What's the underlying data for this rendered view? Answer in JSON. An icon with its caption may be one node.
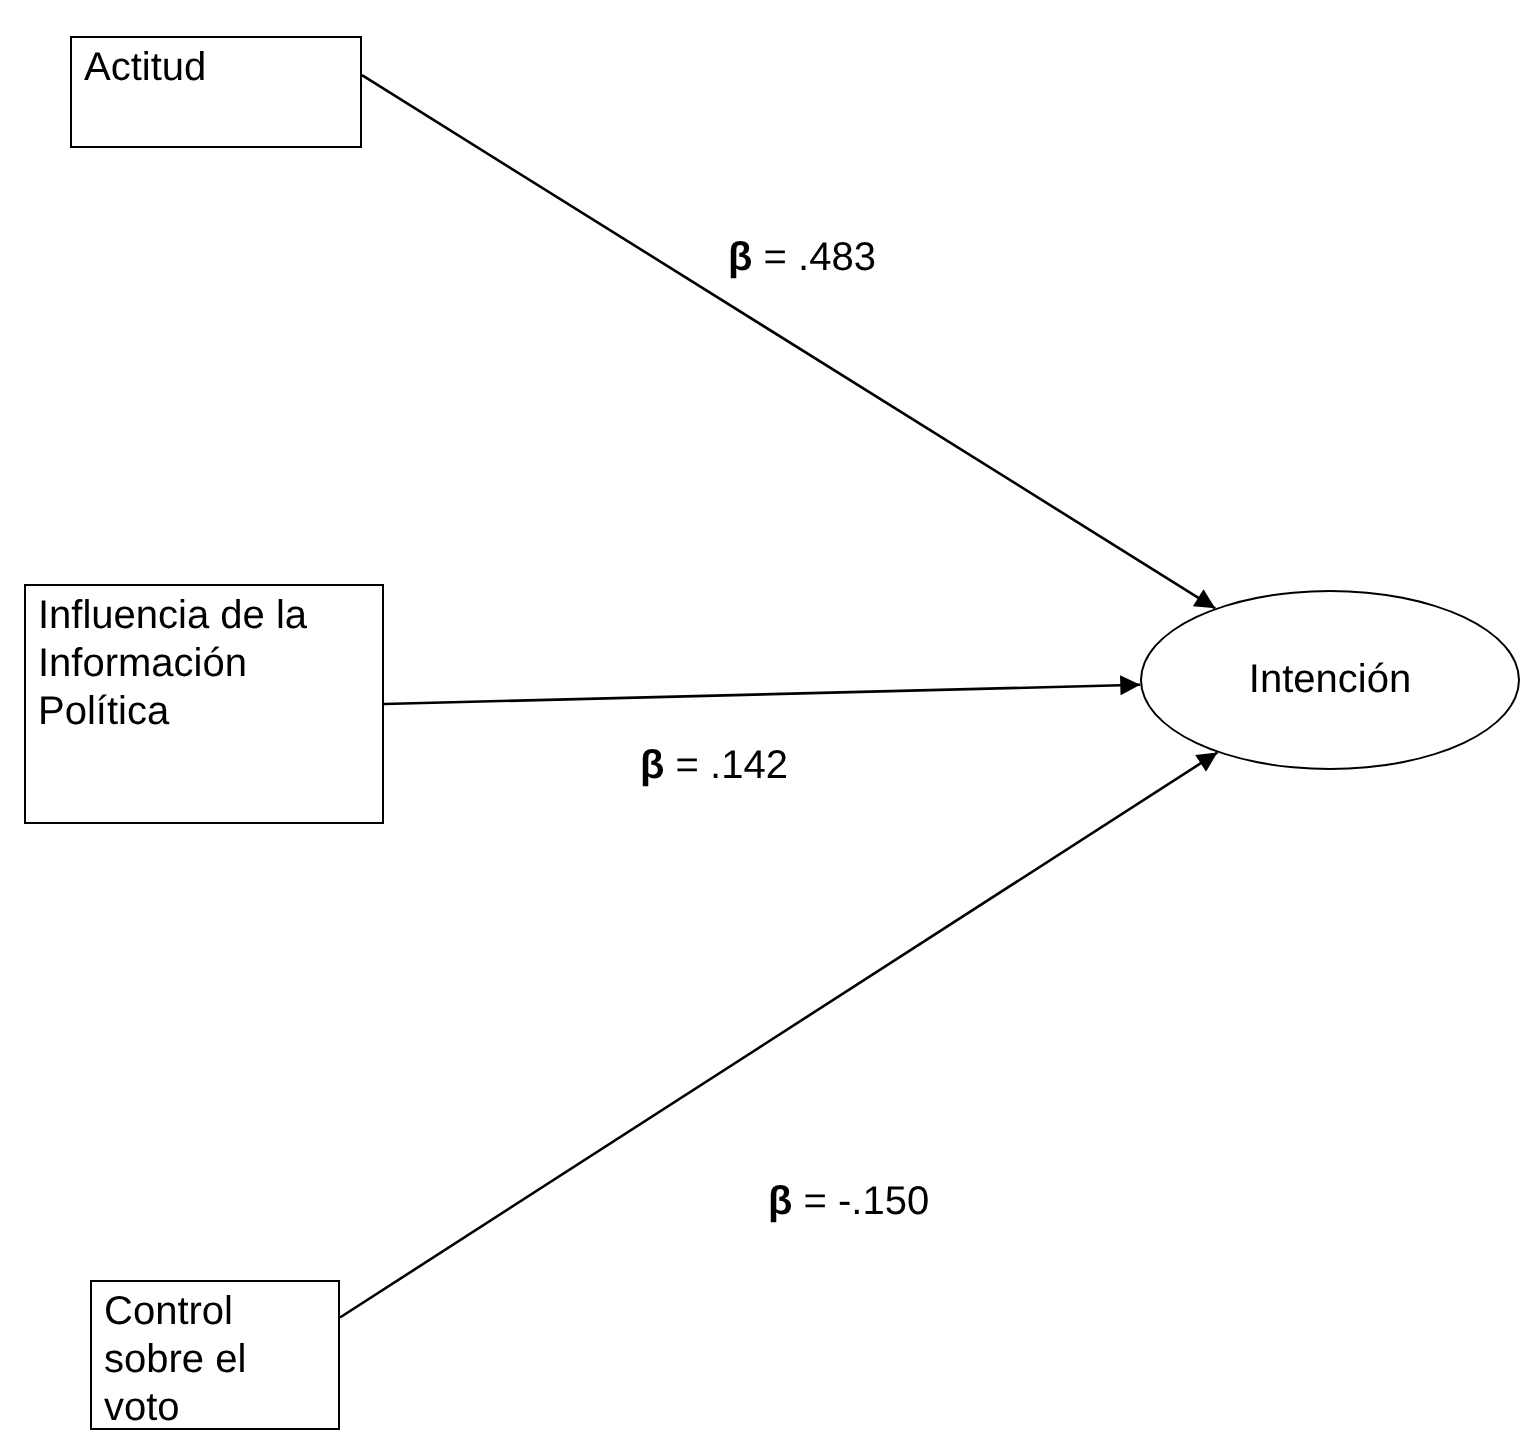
{
  "diagram": {
    "nodes": [
      {
        "text": [
          "Actitud"
        ]
      },
      {
        "text": [
          "Influencia de la Información Política"
        ]
      },
      {
        "text": [
          "Control sobre el voto"
        ]
      },
      {
        "text": [
          "Intención"
        ]
      }
    ],
    "edges": [
      {
        "from": 0,
        "to": 3,
        "arrow": "to",
        "label": "**β** = .483"
      },
      {
        "from": 1,
        "to": 3,
        "arrow": "to",
        "label": "**β** = .142"
      },
      {
        "from": 2,
        "to": 3,
        "arrow": "to",
        "label": "**β** = -.150"
      }
    ]
  }
}
